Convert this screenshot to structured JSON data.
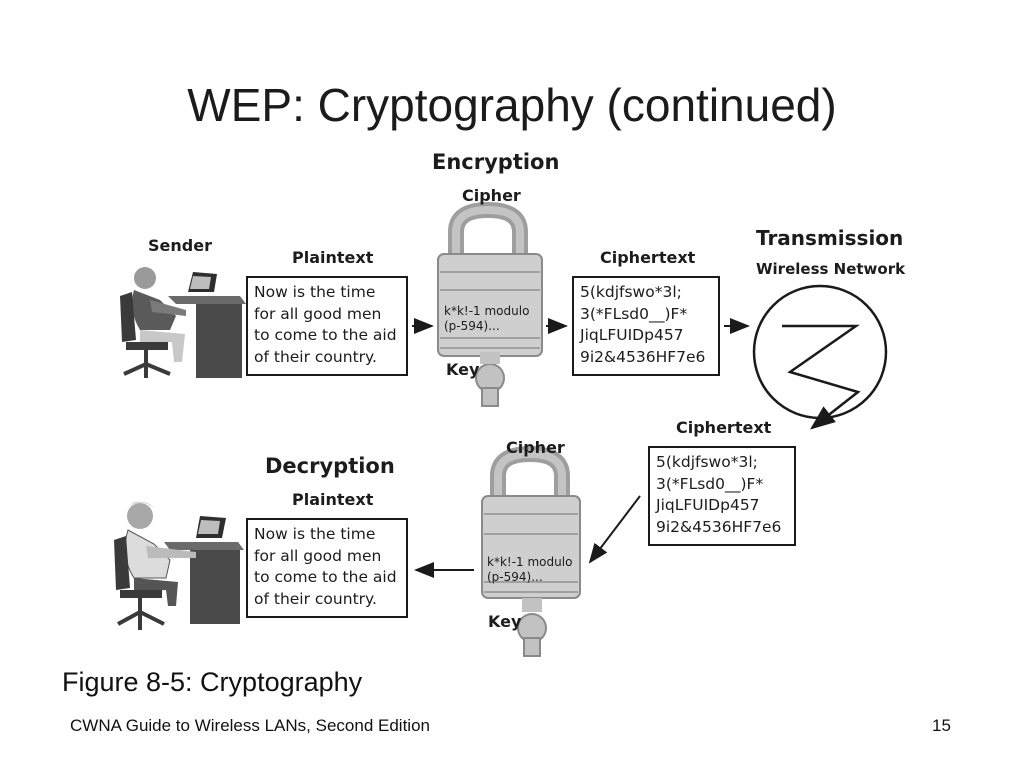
{
  "slide": {
    "title": "WEP: Cryptography (continued)",
    "caption": "Figure 8-5: Cryptography",
    "footer": "CWNA Guide to Wireless LANs, Second Edition",
    "page_number": "15"
  },
  "encryption": {
    "heading": "Encryption",
    "sender_label": "Sender",
    "plaintext_label": "Plaintext",
    "plaintext_lines": [
      "Now is the time",
      "for all good men",
      "to come to the aid",
      "of their country."
    ],
    "cipher_label": "Cipher",
    "cipher_lines": [
      "k*k!-1 modulo",
      "(p-594)..."
    ],
    "key_label": "Key",
    "ciphertext_label": "Ciphertext",
    "ciphertext_lines": [
      "5(kdjfswo*3l;",
      "3(*FLsd0__)F*",
      "JiqLFUIDp457",
      "9i2&4536HF7e6"
    ]
  },
  "transmission": {
    "heading": "Transmission",
    "network_label": "Wireless Network"
  },
  "decryption": {
    "heading": "Decryption",
    "ciphertext_label": "Ciphertext",
    "ciphertext_lines": [
      "5(kdjfswo*3l;",
      "3(*FLsd0__)F*",
      "JiqLFUIDp457",
      "9i2&4536HF7e6"
    ],
    "cipher_label": "Cipher",
    "cipher_lines": [
      "k*k!-1 modulo",
      "(p-594)..."
    ],
    "key_label": "Key",
    "plaintext_label": "Plaintext",
    "plaintext_lines": [
      "Now is the time",
      "for all good men",
      "to come to the aid",
      "of their country."
    ]
  },
  "colors": {
    "lock_body": "#c9c9c9",
    "lock_shackle": "#b5b5b5",
    "stroke": "#1a1a1a"
  }
}
